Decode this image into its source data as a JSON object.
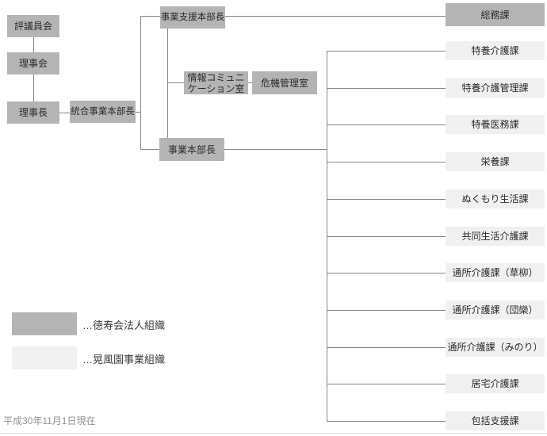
{
  "chart": {
    "nodes": {
      "councilors": "評議員会",
      "board": "理事会",
      "president": "理事長",
      "integrated_hq": "統合事業本部長",
      "support_hq": "事業支援本部長",
      "info_comm_lines": [
        "情報コミュニ",
        "ケーション室"
      ],
      "risk_mgmt": "危機管理室",
      "business_hq": "事業本部長",
      "general_affairs": "総務課"
    },
    "departments": [
      "特養介護課",
      "特養介護管理課",
      "特養医務課",
      "栄養課",
      "ぬくもり生活課",
      "共同生活介護課",
      "通所介護課（草柳）",
      "通所介護課（団欒）",
      "通所介護課（みのり）",
      "居宅介護課",
      "包括支援課"
    ],
    "legend": {
      "corporate_label": "…徳寿会法人組織",
      "business_label": "…晃風園事業組織",
      "corporate_color": "#b4b4b4",
      "business_color": "#f0f0f0"
    },
    "footer_date": "平成30年11月1日現在",
    "colors": {
      "line": "#878787"
    }
  }
}
